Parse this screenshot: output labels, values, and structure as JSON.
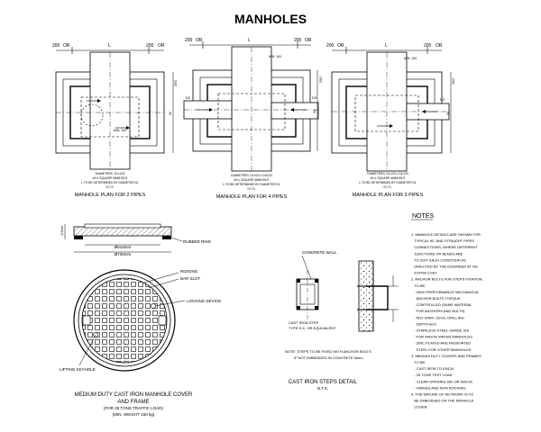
{
  "title": "MANHOLES",
  "plans": [
    {
      "caption": "MANHOLE PLAN FOR 2 PIPES",
      "dims": {
        "left": "200",
        "left_unit": "OR",
        "center": "L",
        "right": "200",
        "right_unit": "OR",
        "d1": "D1",
        "w": "W",
        "l250": "250"
      },
      "notes": [
        "DIAMETERS: D1<100",
        "W=L SQUARE MANHOLE",
        "L TO BE DETERMINED BY DIAMETER D1",
        "N.T.S."
      ],
      "pipe_label": "MIN. 100"
    },
    {
      "caption": "MANHOLE PLAN FOR 4 PIPES",
      "dims": {
        "left": "200",
        "left_unit": "OR",
        "center": "L",
        "right": "200",
        "right_unit": "OR",
        "d1": "D1",
        "w": "W",
        "l250": "250",
        "d2": "D2",
        "d3": "D3"
      },
      "notes": [
        "DIAMETERS: D1>D2 ≥ D3>D4",
        "W=L SQUARE MANHOLE",
        "L TO BE DETERMINED BY DIAMETER D1",
        "N.T.S."
      ],
      "pipe_label": "MIN. 100"
    },
    {
      "caption": "MANHOLE PLAN FOR 3 PIPES",
      "dims": {
        "left": "200",
        "left_unit": "OR",
        "center": "L",
        "right": "200",
        "right_unit": "OR",
        "d1": "D1",
        "w": "W",
        "l250": "250",
        "d2": "D2"
      },
      "notes": [
        "DIAMETERS: D1>D2 ≥ D1>D3",
        "W=L SQUARE MANHOLE",
        "L TO BE DETERMINED BY DIAMETER D1",
        "N.T.S."
      ],
      "pipe_label": "MIN. 100"
    }
  ],
  "cover": {
    "dim_inner": "Ø610mm",
    "dim_outer": "Ø735mm",
    "dim_height": "115mm",
    "rubber_ring": "RUBBER RING",
    "ridging": "RIDGING",
    "bar_slot": "BAR SLOT",
    "locking_device": "LOCKING DEVICE",
    "lifting_keyhole": "LIFTING KEYHOLE",
    "caption_lines": [
      "MEDIUM DUTY CAST IRON MANHOLE COVER",
      "AND FRAME",
      "(FOR 25 TONS TRAFFIC LOAD)",
      "(MIN. WEIGHT 150 kg)"
    ]
  },
  "steps": {
    "concrete_wall": "CONCRETE WALL",
    "iron_step": "CAST IRON STEP",
    "step_type": "TYPE D.K. OR EQUIVALENT",
    "bolts_note1": "NOTE: STEPS TO BE FIXED WITH ANCHOR BOLTS",
    "bolts_note2": "IF NOT EMBEDDED IN  CONCRETE WALL",
    "caption": "CAST IRON STEPS DETAIL",
    "nts": "N.T.S."
  },
  "notes": {
    "heading": "NOTES",
    "items": [
      "1. MANHOLE DETAILS ARE SHOWN FOR",
      "   TYPICAL 90, AND STRAIGHT PIPES",
      "   CONNECTIONS, WHERE DIFFERENT",
      "   JUNCTIONS OR BENDS ARE",
      "   TO SUIT EACH CONDITION AS",
      "   DIRECTED BY THE ENGINEER AT NO",
      "   EXTRA COST.",
      "2. ANCHOR BOLTS FOR STEPS FIXATION,",
      "   TO BE:",
      "   - HIGH PERFORMANCE MECHANICAL",
      "     ANCHOR BOLTS TORQUE",
      "     CONTROLLED (SAME MATERIAL",
      "     FOR ANCHORS AND BOLTS)",
      "   - M12 DIAM. 12mm, DRILLING",
      "     DEPTH 8cm",
      "   - STAINLESS STEEL GRADE 316",
      "     FOR WASTE WATER MANHOLES",
      "   - ZINC PLATED AND PASSIVATED",
      "     STEEL FOR OTHER MANHOLES.",
      "3. MEDIUM DUTY COVERS AND FRAMES",
      "   TO BE:",
      "   - CAST IRON TO EN124",
      "   - 25 TONS TEST LOAD",
      "   - CLEAR OPENING 600 OR 600mm",
      "   - HINGED AND NON ROCKING",
      "4. THE NATURE OF NETWORK IS TO",
      "   BE EMBOSSED ON THE MANHOLE",
      "   COVER."
    ]
  }
}
